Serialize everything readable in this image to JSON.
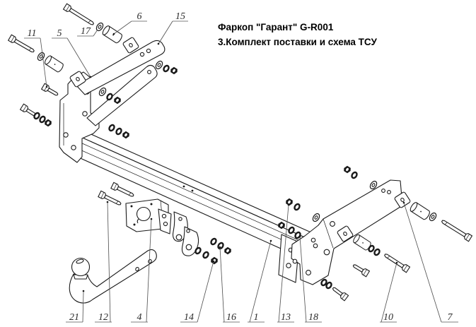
{
  "title": {
    "line1": "Фаркоп \"Гарант\" G-R001",
    "line2": "3.Комплект поставки и схема ТСУ"
  },
  "callouts": {
    "c1": "1",
    "c4": "4",
    "c5": "5",
    "c6": "6",
    "c7": "7",
    "c10": "10",
    "c11": "11",
    "c12": "12",
    "c13": "13",
    "c14": "14",
    "c15": "15",
    "c16": "16",
    "c17": "17",
    "c18": "18",
    "c21": "21"
  },
  "colors": {
    "background": "#ffffff",
    "line": "#1a1a1a",
    "leader": "#666666",
    "title_text": "#000000"
  }
}
